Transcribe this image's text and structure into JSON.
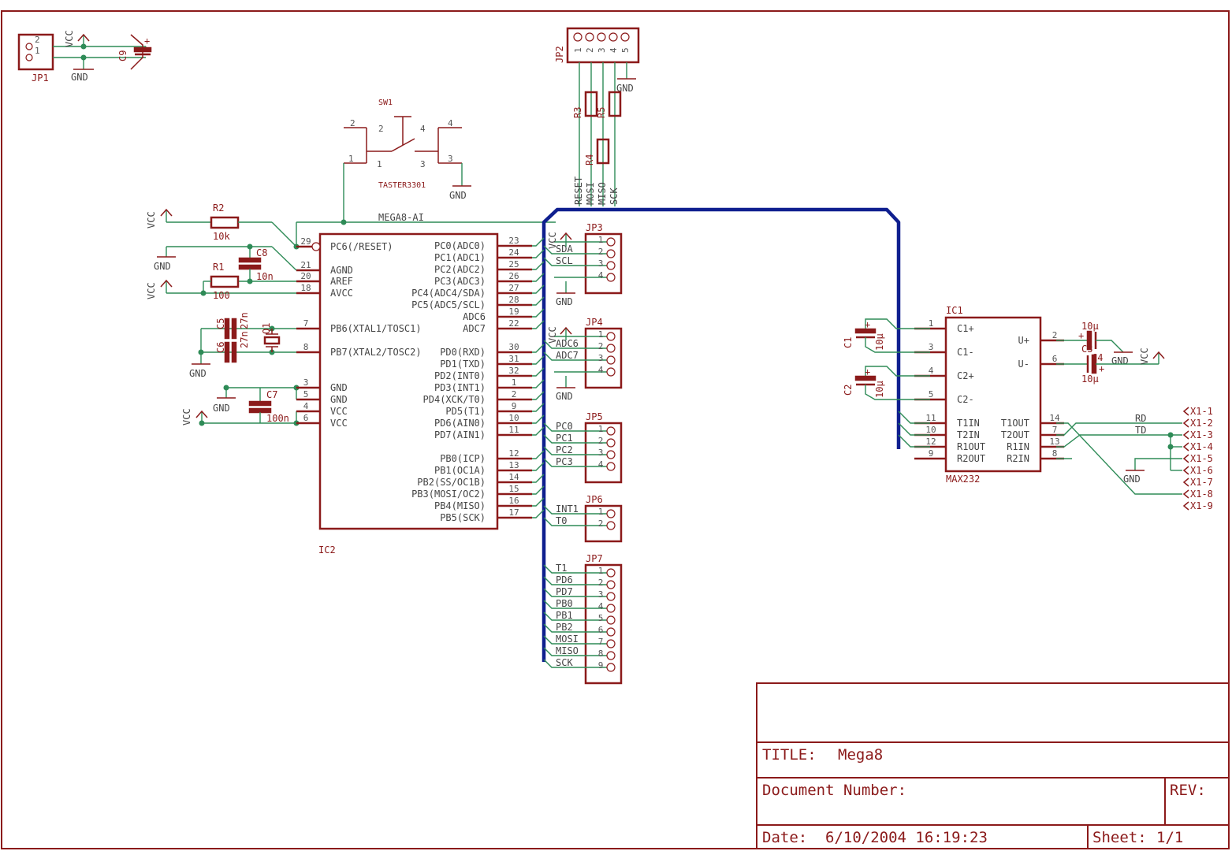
{
  "sheet": {
    "title_label": "TITLE:",
    "title": "Mega8",
    "document_label": "Document Number:",
    "rev_label": "REV:",
    "date_label": "Date:",
    "date": "6/10/2004 16:19:23",
    "sheet_label": "Sheet:",
    "sheet": "1/1"
  },
  "parts": {
    "ic2": {
      "name": "IC2",
      "value": "MEGA8-AI",
      "left_pins": [
        {
          "num": "29",
          "name": "PC6(/RESET)"
        },
        {
          "num": "21",
          "name": "AGND"
        },
        {
          "num": "20",
          "name": "AREF"
        },
        {
          "num": "18",
          "name": "AVCC"
        },
        {
          "num": "7",
          "name": "PB6(XTAL1/TOSC1)"
        },
        {
          "num": "8",
          "name": "PB7(XTAL2/TOSC2)"
        },
        {
          "num": "3",
          "name": "GND"
        },
        {
          "num": "5",
          "name": "GND"
        },
        {
          "num": "4",
          "name": "VCC"
        },
        {
          "num": "6",
          "name": "VCC"
        }
      ],
      "right_pins": [
        {
          "num": "23",
          "name": "PC0(ADC0)"
        },
        {
          "num": "24",
          "name": "PC1(ADC1)"
        },
        {
          "num": "25",
          "name": "PC2(ADC2)"
        },
        {
          "num": "26",
          "name": "PC3(ADC3)"
        },
        {
          "num": "27",
          "name": "PC4(ADC4/SDA)"
        },
        {
          "num": "28",
          "name": "PC5(ADC5/SCL)"
        },
        {
          "num": "19",
          "name": "ADC6"
        },
        {
          "num": "22",
          "name": "ADC7"
        },
        {
          "num": "30",
          "name": "PD0(RXD)"
        },
        {
          "num": "31",
          "name": "PD1(TXD)"
        },
        {
          "num": "32",
          "name": "PD2(INT0)"
        },
        {
          "num": "1",
          "name": "PD3(INT1)"
        },
        {
          "num": "2",
          "name": "PD4(XCK/T0)"
        },
        {
          "num": "9",
          "name": "PD5(T1)"
        },
        {
          "num": "10",
          "name": "PD6(AIN0)"
        },
        {
          "num": "11",
          "name": "PD7(AIN1)"
        },
        {
          "num": "12",
          "name": "PB0(ICP)"
        },
        {
          "num": "13",
          "name": "PB1(OC1A)"
        },
        {
          "num": "14",
          "name": "PB2(SS/OC1B)"
        },
        {
          "num": "15",
          "name": "PB3(MOSI/OC2)"
        },
        {
          "num": "16",
          "name": "PB4(MISO)"
        },
        {
          "num": "17",
          "name": "PB5(SCK)"
        }
      ]
    },
    "ic1": {
      "name": "IC1",
      "value": "MAX232",
      "left_pins": [
        {
          "num": "1",
          "name": "C1+"
        },
        {
          "num": "3",
          "name": "C1-"
        },
        {
          "num": "4",
          "name": "C2+"
        },
        {
          "num": "5",
          "name": "C2-"
        },
        {
          "num": "11",
          "name": "T1IN"
        },
        {
          "num": "10",
          "name": "T2IN"
        },
        {
          "num": "12",
          "name": "R1OUT"
        },
        {
          "num": "9",
          "name": "R2OUT"
        }
      ],
      "right_pins": [
        {
          "num": "2",
          "name": "U+"
        },
        {
          "num": "6",
          "name": "U-"
        },
        {
          "num": "14",
          "name": "T1OUT"
        },
        {
          "num": "7",
          "name": "T2OUT"
        },
        {
          "num": "13",
          "name": "R1IN"
        },
        {
          "num": "8",
          "name": "R2IN"
        }
      ]
    },
    "jp1": {
      "name": "JP1",
      "pins": [
        "2",
        "1"
      ]
    },
    "jp2": {
      "name": "JP2",
      "pins": [
        "1",
        "2",
        "3",
        "4",
        "5"
      ],
      "signals": [
        "RESET",
        "MOSI",
        "MISO",
        "SCK"
      ]
    },
    "jp3": {
      "name": "JP3",
      "pins": [
        "1",
        "2",
        "3",
        "4"
      ],
      "nets": [
        "VCC",
        "SDA",
        "SCL",
        "GND"
      ]
    },
    "jp4": {
      "name": "JP4",
      "pins": [
        "1",
        "2",
        "3",
        "4"
      ],
      "nets": [
        "VCC",
        "ADC6",
        "ADC7",
        "GND"
      ]
    },
    "jp5": {
      "name": "JP5",
      "pins": [
        "1",
        "2",
        "3",
        "4"
      ],
      "nets": [
        "PC0",
        "PC1",
        "PC2",
        "PC3"
      ]
    },
    "jp6": {
      "name": "JP6",
      "pins": [
        "1",
        "2"
      ],
      "nets": [
        "INT1",
        "T0"
      ]
    },
    "jp7": {
      "name": "JP7",
      "pins": [
        "1",
        "2",
        "3",
        "4",
        "5",
        "6",
        "7",
        "8",
        "9"
      ],
      "nets": [
        "T1",
        "PD6",
        "PD7",
        "PB0",
        "PB1",
        "PB2",
        "MOSI",
        "MISO",
        "SCK"
      ]
    },
    "x1": {
      "pins": [
        "X1-1",
        "X1-2",
        "X1-3",
        "X1-4",
        "X1-5",
        "X1-6",
        "X1-7",
        "X1-8",
        "X1-9"
      ],
      "nets": [
        "RD",
        "TD"
      ]
    },
    "sw1": {
      "name": "SW1",
      "value": "TASTER3301",
      "pins": [
        "2",
        "4",
        "1",
        "3"
      ],
      "outer_pins": [
        "2",
        "4",
        "1",
        "3"
      ]
    },
    "r1": {
      "name": "R1",
      "value": "100"
    },
    "r2": {
      "name": "R2",
      "value": "10k"
    },
    "r3": {
      "name": "R3"
    },
    "r4": {
      "name": "R4"
    },
    "r5": {
      "name": "R5"
    },
    "c1": {
      "name": "C1",
      "value": "10µ"
    },
    "c2": {
      "name": "C2",
      "value": "10µ"
    },
    "c3": {
      "name": "C3",
      "value": "10µ"
    },
    "c4": {
      "name": "C4",
      "value": "10µ"
    },
    "c5": {
      "name": "C5",
      "value": "27n"
    },
    "c6": {
      "name": "C6",
      "value": "27n"
    },
    "c7": {
      "name": "C7",
      "value": "100n"
    },
    "c8": {
      "name": "C8",
      "value": "10n"
    },
    "c9": {
      "name": "C9"
    },
    "q1": {
      "name": "Q1"
    }
  },
  "supply": {
    "vcc": "VCC",
    "gnd": "GND",
    "plus": "+"
  },
  "colors": {
    "symbol": "#8b1a1a",
    "wire": "#2e8b57",
    "bus": "#0f1f8f",
    "frame": "#8b1a1a"
  }
}
